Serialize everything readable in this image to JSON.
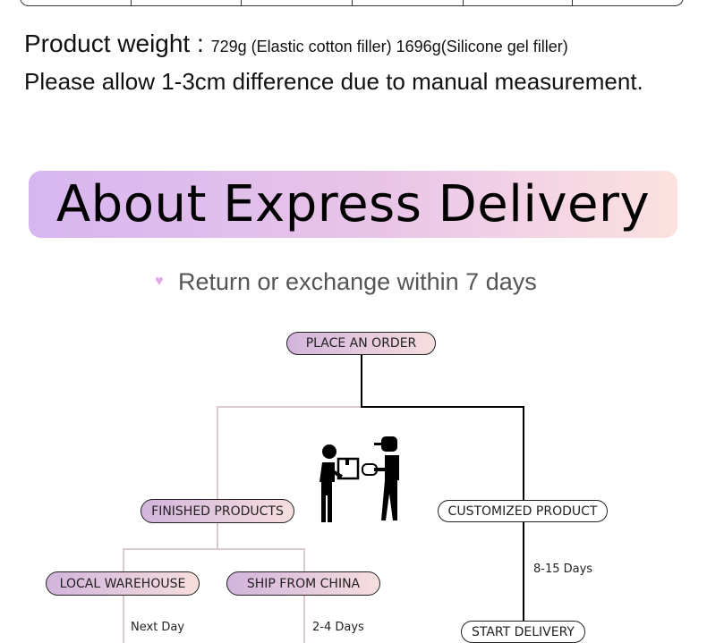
{
  "product_info": {
    "weight_label": "Product weight :",
    "weight_values": "729g (Elastic cotton filler)  1696g(Silicone gel filler)",
    "note": "Please allow 1-3cm difference due to manual measurement."
  },
  "banner": {
    "title": "About Express Delivery"
  },
  "returns": {
    "icon": "heart-icon",
    "text": "Return or exchange within 7 days"
  },
  "flow": {
    "place_order": "PLACE AN ORDER",
    "finished": "FINISHED PRODUCTS",
    "customized": "CUSTOMIZED PRODUCT",
    "local": "LOCAL WAREHOUSE",
    "china": "SHIP FROM CHINA",
    "start": "START DELIVERY",
    "custom_days": "8-15 Days",
    "local_days": "Next Day",
    "china_days": "2-4 Days"
  },
  "colors": {
    "pill_start": "#d2b4dc",
    "pill_end": "#f7dede",
    "banner_start": "#d7b6ef",
    "banner_end": "#fde2e0"
  }
}
